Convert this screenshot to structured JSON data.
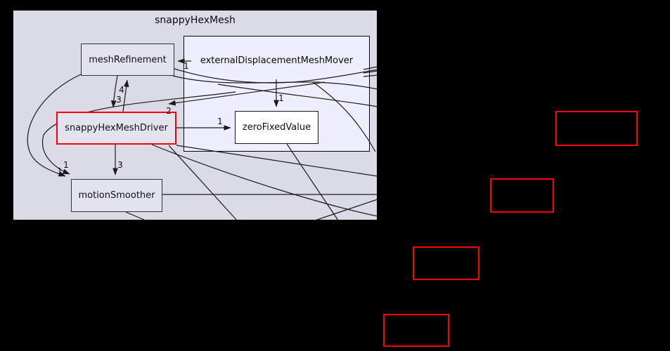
{
  "diagram": {
    "type": "directory-dependency-graph",
    "title": "snappyHexMesh",
    "inner_cluster_label": "externalDisplacementMeshMover",
    "nodes": {
      "meshRefinement": {
        "label": "meshRefinement",
        "style": "plain"
      },
      "snappyHexMeshDriver": {
        "label": "snappyHexMeshDriver",
        "style": "red-border"
      },
      "zeroFixedValue": {
        "label": "zeroFixedValue",
        "style": "white"
      },
      "motionSmoother": {
        "label": "motionSmoother",
        "style": "plain"
      }
    },
    "external_nodes": [
      {
        "id": "external-node-1",
        "label": "",
        "style": "red-border"
      },
      {
        "id": "external-node-2",
        "label": "",
        "style": "red-border"
      },
      {
        "id": "external-node-3",
        "label": "",
        "style": "red-border"
      },
      {
        "id": "external-node-4",
        "label": "",
        "style": "red-border"
      }
    ],
    "edge_labels": [
      {
        "id": "externalDisplacementMeshMover-to-meshRefinement",
        "text": "1"
      },
      {
        "id": "driver-to-meshRefinement-up",
        "text": "4"
      },
      {
        "id": "meshRefinement-to-driver-down",
        "text": "3"
      },
      {
        "id": "into-snappyHexMeshDriver",
        "text": "2"
      },
      {
        "id": "driver-to-zeroFixedValue",
        "text": "1"
      },
      {
        "id": "into-zeroFixedValue",
        "text": "1"
      },
      {
        "id": "driver-to-motionSmoother",
        "text": "3"
      },
      {
        "id": "arc-to-motionSmoother-a",
        "text": "1"
      },
      {
        "id": "arc-to-motionSmoother-b",
        "text": "1"
      }
    ],
    "colors": {
      "background": "#000000",
      "outer_cluster_fill": "#dbdbe8",
      "inner_cluster_fill": "#eeeeff",
      "node_fill": "#e3e3ef",
      "highlight_node_fill": "#ffffff",
      "red_accent": "#ff0000",
      "edge": "#1a1a1a"
    }
  }
}
